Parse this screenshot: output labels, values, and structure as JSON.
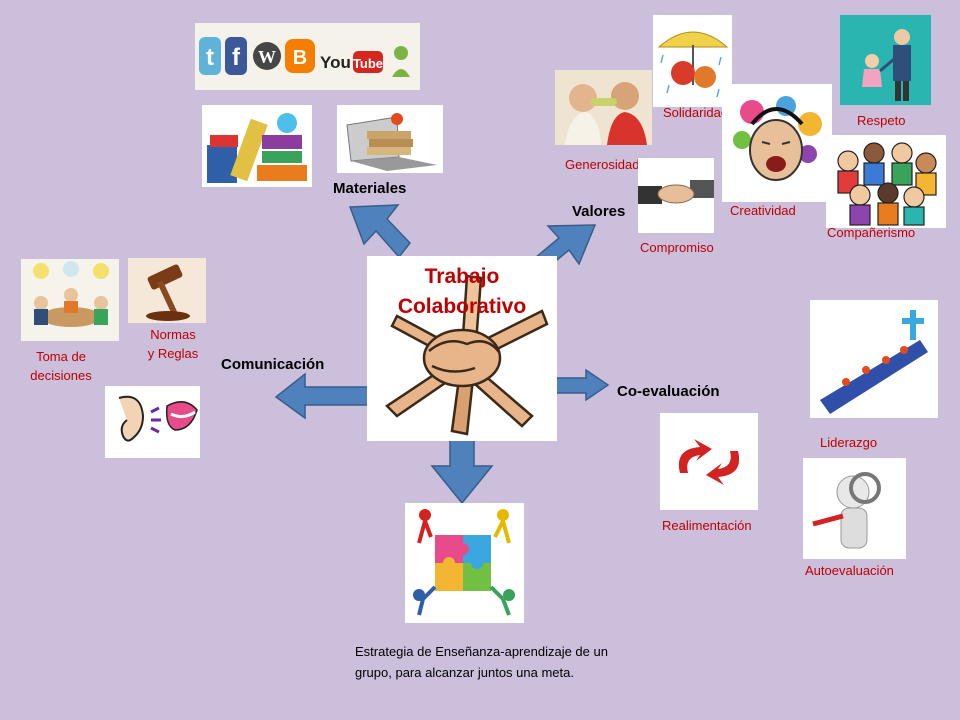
{
  "center": {
    "title_line1": "Trabajo",
    "title_line2": "Colaborativo"
  },
  "description": "Estrategia de Enseñanza-aprendizaje de un grupo, para alcanzar juntos una meta.",
  "branches": {
    "materiales": "Materiales",
    "valores": "Valores",
    "comunicacion": "Comunicación",
    "coevaluacion": "Co-evaluación"
  },
  "labels": {
    "generosidad": "Generosidad",
    "solidaridad": "Solidaridad",
    "respeto": "Respeto",
    "creatividad": "Creatividad",
    "compromiso": "Compromiso",
    "companerismo": "Compañerismo",
    "toma_decisiones": "Toma de decisiones",
    "normas_reglas_1": "Normas",
    "normas_reglas_2": "y Reglas",
    "liderazgo": "Liderazgo",
    "realimentacion": "Realimentación",
    "autoevaluacion": "Autoevaluación"
  },
  "social_logos": [
    "t",
    "f",
    "W",
    "B",
    "YouTube"
  ],
  "colors": {
    "background": "#cbbfdc",
    "arrow_fill": "#4f81bd",
    "arrow_stroke": "#385d8a",
    "label_red": "#c00000"
  }
}
